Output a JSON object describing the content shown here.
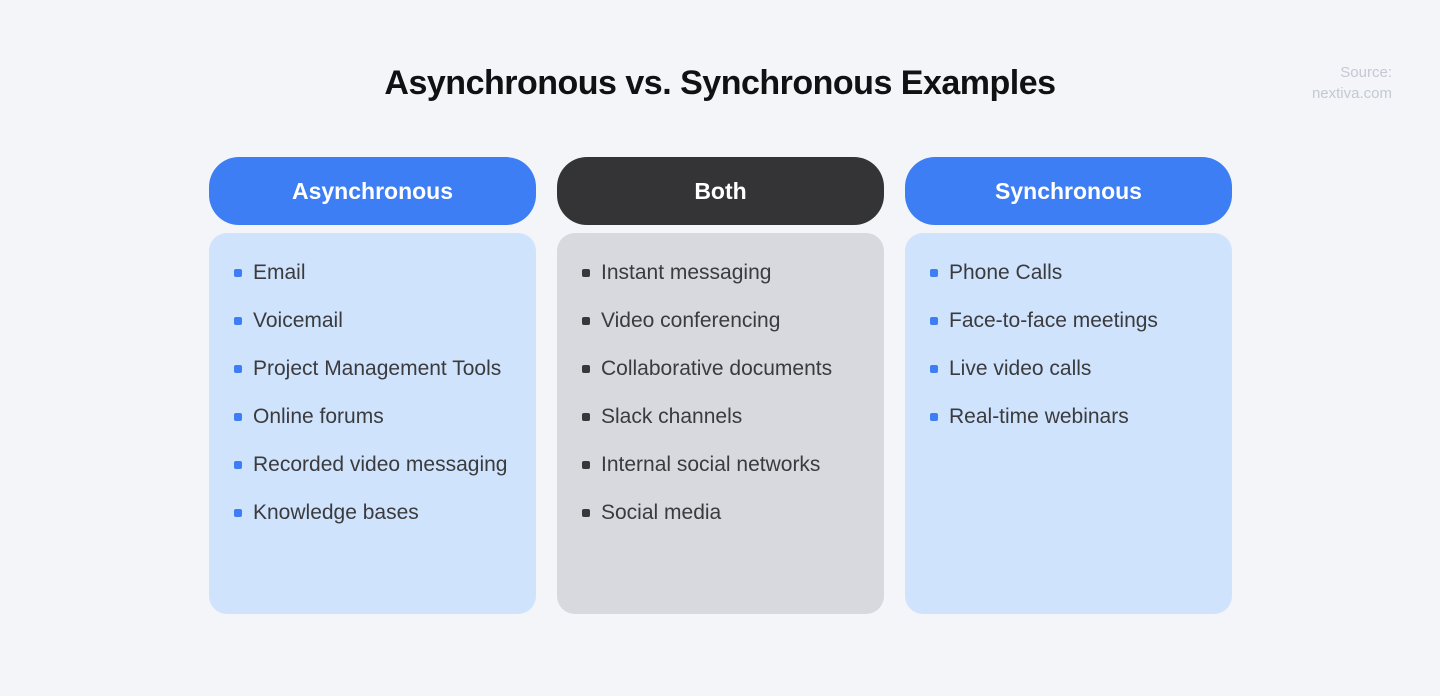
{
  "page": {
    "title": "Asynchronous vs. Synchronous Examples",
    "source_line1": "Source:",
    "source_line2": "nextiva.com"
  },
  "colors": {
    "background": "#F3F5F8",
    "title_text": "#101112",
    "source_text": "#C3C9D5",
    "blue_header": "#3D7EF5",
    "dark_header": "#343437",
    "light_blue_card": "#CFE3FC",
    "gray_card": "#D7D9DE",
    "item_text": "#3B3B3E",
    "bullet_blue": "#3D7EF5",
    "bullet_dark": "#38383B"
  },
  "columns": [
    {
      "header": "Asynchronous",
      "theme": "blue",
      "items": [
        "Email",
        "Voicemail",
        "Project Management Tools",
        "Online forums",
        "Recorded video messaging",
        "Knowledge bases"
      ]
    },
    {
      "header": "Both",
      "theme": "dark",
      "items": [
        "Instant messaging",
        "Video conferencing",
        "Collaborative documents",
        "Slack channels",
        "Internal social networks",
        "Social media"
      ]
    },
    {
      "header": "Synchronous",
      "theme": "blue",
      "items": [
        "Phone Calls",
        "Face-to-face meetings",
        "Live video calls",
        "Real-time webinars"
      ]
    }
  ]
}
